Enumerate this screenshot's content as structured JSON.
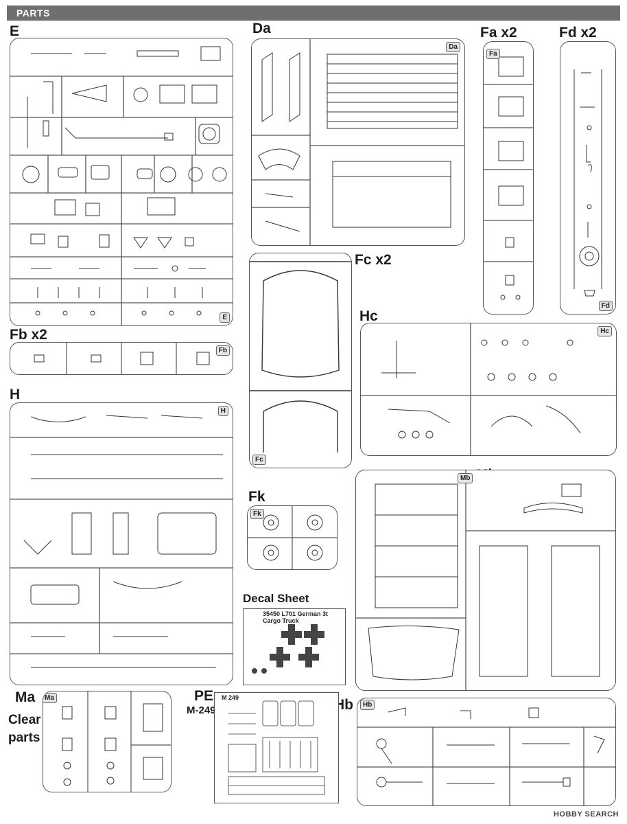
{
  "header": {
    "title": "PARTS"
  },
  "labels": {
    "E": "E",
    "Da": "Da",
    "Fa": "Fa x2",
    "Fd": "Fd x2",
    "Fc": "Fc x2",
    "Fb": "Fb x2",
    "Hc": "Hc",
    "H": "H",
    "Fk": "Fk",
    "Mb": "Mb",
    "Decal": "Decal Sheet",
    "Ma": "Ma",
    "Clear1": "Clear",
    "Clear2": "parts",
    "PE": "PE",
    "PE2": "M-249",
    "Hb": "Hb"
  },
  "tags": {
    "E": "E",
    "Da": "Da",
    "Fa": "Fa",
    "Fd": "Fd",
    "Fc": "Fc",
    "Fb": "Fb",
    "Hc": "Hc",
    "H": "H",
    "Fk": "Fk",
    "Mb": "Mb",
    "Ma": "Ma",
    "Hb": "Hb"
  },
  "decal": {
    "title": "35450 L701 German 3t Cargo Truck"
  },
  "pe": {
    "code": "M 249"
  },
  "watermark": "HOBBY SEARCH"
}
